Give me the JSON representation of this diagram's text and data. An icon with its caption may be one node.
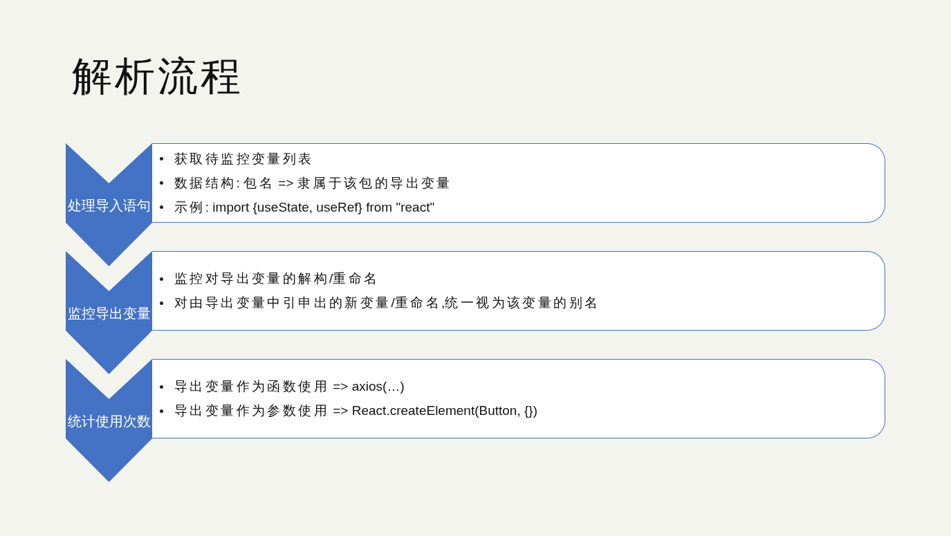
{
  "diagram": {
    "title": "解析流程",
    "nodes": [
      {
        "text": [
          "处理导入语句"
        ]
      },
      {
        "text": [
          "获取待监控变量列表",
          "数据结构: 包名 => 隶属于该包的导出变量",
          "示例: import {useState, useRef} from \"react\""
        ]
      },
      {
        "text": [
          "监控导出变量"
        ]
      },
      {
        "text": [
          "监控对导出变量的解构/重命名",
          "对由导出变量中引申出的新变量/重命名,统一视为该变量的别名"
        ]
      },
      {
        "text": [
          "统计使用次数"
        ]
      },
      {
        "text": [
          "导出变量作为函数使用 => axios(…)",
          "导出变量作为参数使用 => React.createElement(Button, {})"
        ]
      }
    ],
    "edges": [
      {
        "from": 0,
        "to": 2,
        "arrow": "to"
      },
      {
        "from": 2,
        "to": 4,
        "arrow": "to"
      },
      {
        "from": 4,
        "to": null,
        "arrow": "to"
      }
    ]
  }
}
